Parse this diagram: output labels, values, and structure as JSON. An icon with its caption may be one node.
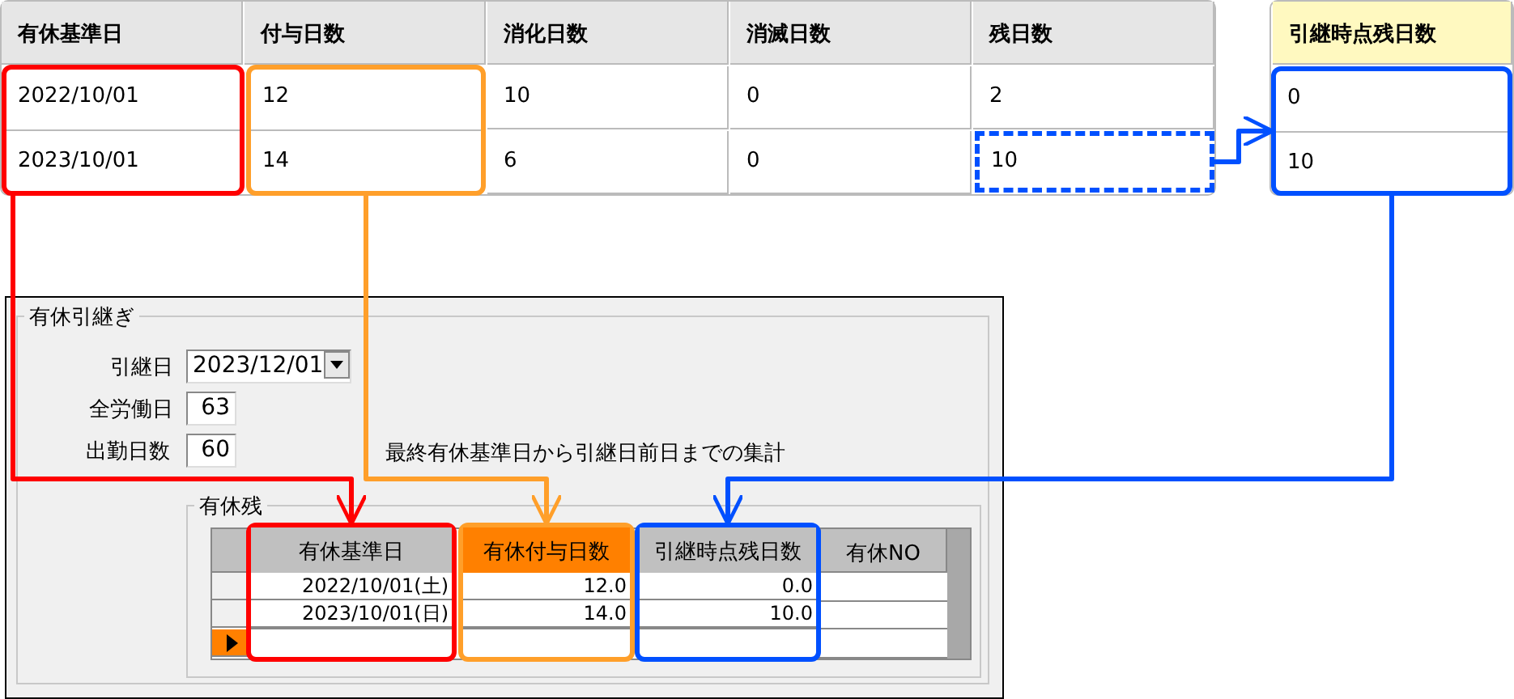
{
  "diagram": {
    "nodes": [
      {
        "text": [
          "2022/10/01",
          "2023/10/01"
        ]
      },
      {
        "text": [
          "12",
          "14"
        ]
      },
      {
        "text": [
          "10"
        ]
      },
      {
        "text": [
          "0",
          "10"
        ]
      },
      {
        "text": [
          "有休基準日",
          "2022/10/01(土)",
          "2023/10/01(日)"
        ]
      },
      {
        "text": [
          "有休付与日数",
          "12.0",
          "14.0"
        ]
      },
      {
        "text": [
          "引継時点残日数",
          "0.0",
          "10.0"
        ]
      }
    ],
    "edges": [
      {
        "from": 0,
        "to": 4,
        "arrow": "to",
        "color": "#ff0000"
      },
      {
        "from": 1,
        "to": 5,
        "arrow": "to",
        "color": "#ff9f2a"
      },
      {
        "from": 2,
        "to": 3,
        "arrow": "to",
        "color": "#0050ff"
      },
      {
        "from": 3,
        "to": 6,
        "arrow": "to",
        "color": "#0050ff"
      }
    ],
    "labels": [
      "有休基準日",
      "付与日数",
      "消化日数",
      "消滅日数",
      "残日数",
      "引継時点残日数",
      "10",
      "0",
      "2",
      "6",
      "0",
      "有休引継ぎ",
      "引継日",
      "2023/12/01",
      "全労働日",
      "63",
      "出勤日数",
      "60",
      "最終有休基準日から引継日前日までの集計",
      "有休残",
      "有休NO"
    ]
  }
}
